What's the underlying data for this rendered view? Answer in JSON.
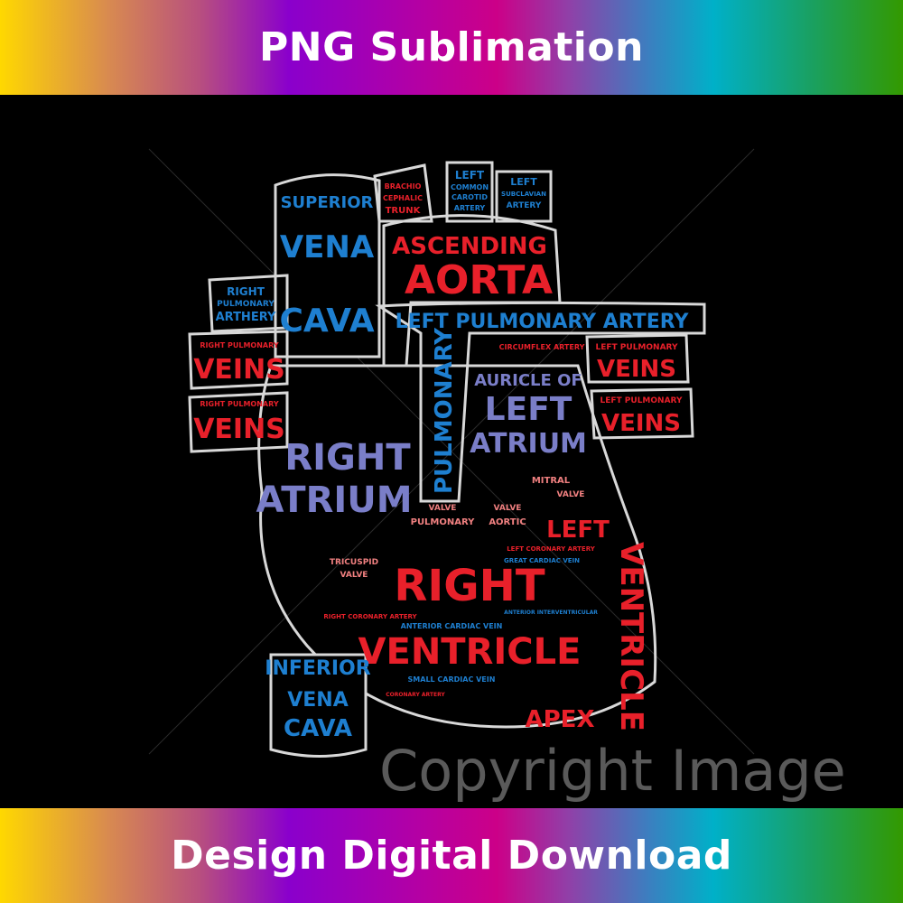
{
  "banner_top": {
    "text": "PNG Sublimation"
  },
  "banner_bottom": {
    "text": "Design Digital Download"
  },
  "watermark": "Copyright Image",
  "colors": {
    "red": "#e8202a",
    "blue": "#1e7fd0",
    "lavender": "#7a7ec8",
    "outline": "#d8d8d8",
    "salmon": "#f08080"
  },
  "labels": {
    "superior_vena_cava": [
      "SUPERIOR",
      "VENA",
      "CAVA"
    ],
    "right_pulmonary_artery": [
      "RIGHT",
      "PULMONARY",
      "ARTHERY"
    ],
    "right_pulmonary_veins_1": [
      "RIGHT PULMONARY",
      "VEINS"
    ],
    "right_pulmonary_veins_2": [
      "RIGHT PULMONARY",
      "VEINS"
    ],
    "brachiocephalic_trunk": [
      "BRACHIO",
      "CEPHALIC",
      "TRUNK"
    ],
    "left_common_carotid": [
      "LEFT",
      "COMMON",
      "CAROTID",
      "ARTERY"
    ],
    "left_subclavian": [
      "LEFT",
      "SUBCLAVIAN",
      "ARTERY"
    ],
    "ascending_aorta": [
      "ASCENDING",
      "AORTA"
    ],
    "left_pulmonary_artery": "LEFT PULMONARY ARTERY",
    "pulmonary": "PULMONARY",
    "circumflex_artery": "CIRCUMFLEX ARTERY",
    "left_pulmonary_veins_1": [
      "LEFT PULMONARY",
      "VEINS"
    ],
    "left_pulmonary_veins_2": [
      "LEFT PULMONARY",
      "VEINS"
    ],
    "auricle_left_atrium": [
      "AURICLE OF",
      "LEFT",
      "ATRIUM"
    ],
    "right_atrium": [
      "RIGHT",
      "ATRIUM"
    ],
    "valves": [
      "VALVE",
      "PULMONARY",
      "VALVE",
      "AORTIC",
      "MITRAL",
      "VALVE",
      "TRICUSPID",
      "VALVE"
    ],
    "left_ventricle": [
      "LEFT",
      "VENTRICLE"
    ],
    "right_ventricle": [
      "RIGHT",
      "VENTRICLE"
    ],
    "apex": "APEX",
    "coronary": [
      "RIGHT CORONARY ARTERY",
      "LEFT CORONARY ARTERY",
      "GREAT CARDIAC VEIN",
      "ANTERIOR INTERVENTRICULAR",
      "ANTERIOR CARDIAC VEIN",
      "SMALL CARDIAC VEIN",
      "CORONARY ARTERY"
    ],
    "inferior_vena_cava": [
      "INFERIOR",
      "VENA",
      "CAVA"
    ]
  }
}
